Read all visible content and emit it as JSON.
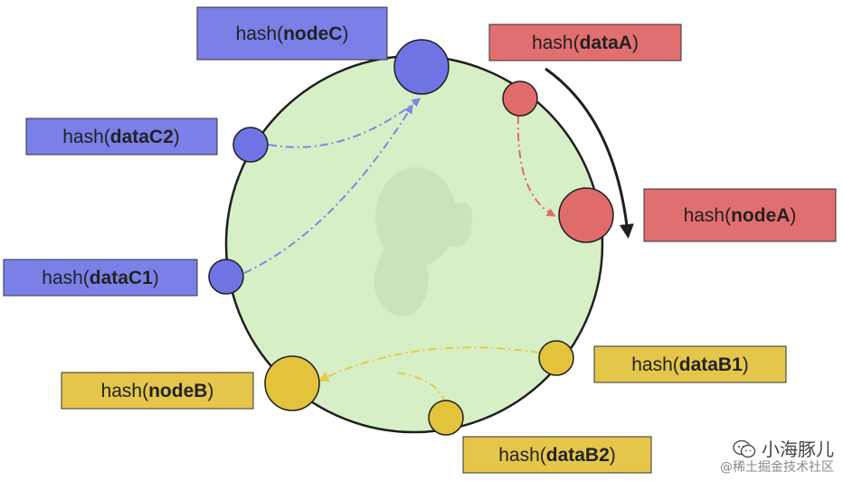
{
  "nodes": {
    "nodeC": {
      "prefix": "hash(",
      "name": "nodeC",
      "suffix": ")"
    },
    "nodeA": {
      "prefix": "hash(",
      "name": "nodeA",
      "suffix": ")"
    },
    "nodeB": {
      "prefix": "hash(",
      "name": "nodeB",
      "suffix": ")"
    }
  },
  "data_points": {
    "dataA": {
      "prefix": "hash(",
      "name": "dataA",
      "suffix": ")"
    },
    "dataC2": {
      "prefix": "hash(",
      "name": "dataC2",
      "suffix": ")"
    },
    "dataC1": {
      "prefix": "hash(",
      "name": "dataC1",
      "suffix": ")"
    },
    "dataB1": {
      "prefix": "hash(",
      "name": "dataB1",
      "suffix": ")"
    },
    "dataB2": {
      "prefix": "hash(",
      "name": "dataB2",
      "suffix": ")"
    }
  },
  "colors": {
    "ring_fill": "#d7efc6",
    "ring_stroke": "#1f1f1f",
    "blue_fill": "#6f74e4",
    "blue_label": "#7b80e8",
    "blue_arrow": "#7a8ae0",
    "red_fill": "#e06b6b",
    "red_label": "#e26f6f",
    "red_arrow": "#e06b6b",
    "yellow_fill": "#e2c33b",
    "yellow_label": "#e4c64a",
    "yellow_arrow": "#e8c94a",
    "direction_arrow": "#1f1f1f"
  },
  "watermark": {
    "line1": "小海豚儿",
    "line2": "@稀土掘金技术社区"
  }
}
